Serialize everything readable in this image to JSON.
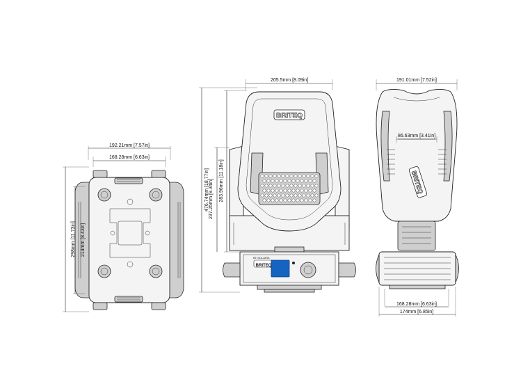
{
  "dimensions": {
    "left_width_outer": "192.21mm [7.57in]",
    "left_width_inner": "168.28mm [6.63in]",
    "left_height_inner": "214mm [8.43in]",
    "left_height_outer": "298mm [11.73in]",
    "front_total_height": "476.74mm [18.77in]",
    "front_head_width": "205.5mm [8.09in]",
    "front_head_height": "283.96mm [11.18in]",
    "front_head_inner": "237.25mm [9.34in]",
    "side_head_width": "191.01mm [7.52in]",
    "side_handle_width": "86.63mm [3.41in]",
    "side_base_inner": "168.28mm [6.63in]",
    "side_base_outer": "174mm [6.85in]"
  },
  "labels": {
    "brand_front": "BRITEQ",
    "brand_base": "BRITEQ",
    "model": "BT-SOLARIS",
    "brand_side": "BRITEQ"
  }
}
